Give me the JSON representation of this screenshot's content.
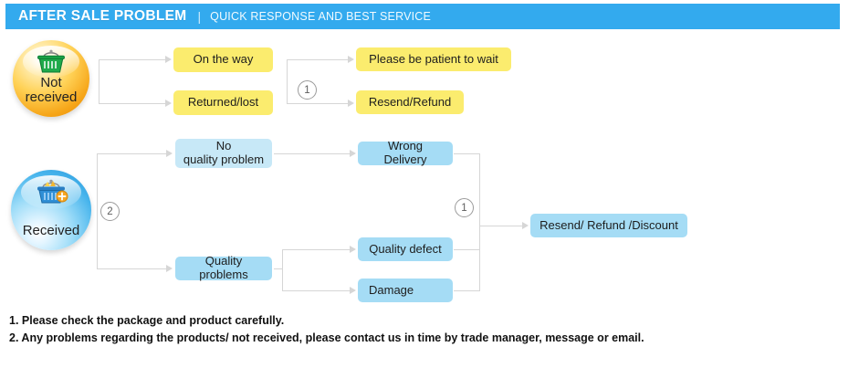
{
  "header": {
    "title": "AFTER SALE PROBLEM",
    "separator": "|",
    "subtitle": "QUICK RESPONSE AND BEST SERVICE",
    "bar_color": "#33aaee",
    "title_color": "#ffffff"
  },
  "nodes": {
    "not_received": {
      "label": "Not\nreceived",
      "line1": "Not",
      "line2": "received",
      "icon": "shopping-basket-icon",
      "color": "#f6a518"
    },
    "received": {
      "label": "Received",
      "icon": "shopping-basket-full-icon",
      "color": "#46b4ec"
    },
    "on_the_way": {
      "label": "On the way",
      "color": "#fbec6e"
    },
    "returned_lost": {
      "label": "Returned/lost",
      "color": "#fbec6e"
    },
    "please_wait": {
      "label": "Please be patient to wait",
      "color": "#fbec6e"
    },
    "resend_refund": {
      "label": "Resend/Refund",
      "color": "#fbec6e"
    },
    "no_quality_problem": {
      "label": "No quality problem",
      "line1": "No",
      "line2": "quality problem",
      "color": "#c7e8f7"
    },
    "quality_problems": {
      "label": "Quality problems",
      "color": "#a5dcf5"
    },
    "wrong_delivery": {
      "label": "Wrong Delivery",
      "color": "#a5dcf5"
    },
    "quality_defect": {
      "label": "Quality defect",
      "color": "#a5dcf5"
    },
    "damage": {
      "label": "Damage",
      "color": "#a5dcf5"
    },
    "resend_refund_discount": {
      "label": "Resend/ Refund /Discount",
      "color": "#a5dcf5"
    }
  },
  "markers": {
    "top_one": "1",
    "received_two": "2",
    "bottom_one": "1"
  },
  "notes": {
    "line1": "1. Please check the package and product carefully.",
    "line2": "2. Any problems regarding the products/ not received, please contact us in time by trade manager, message or email."
  }
}
